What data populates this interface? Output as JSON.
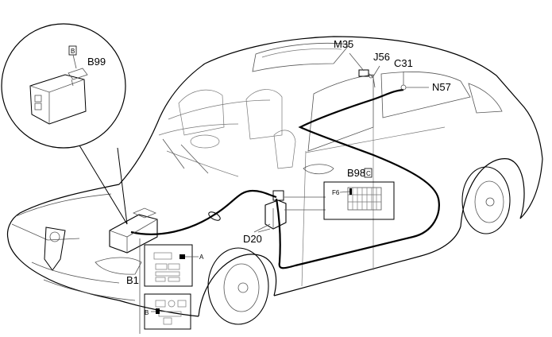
{
  "labels": {
    "b99": "B99",
    "b99_tag": "B",
    "m35": "M35",
    "j56": "J56",
    "c31": "C31",
    "n57": "N57",
    "b98": "B98",
    "b98_tag": "C",
    "f6": "F6",
    "d20": "D20",
    "b1": "B1",
    "tag_a": "A",
    "tag_b": "B"
  }
}
